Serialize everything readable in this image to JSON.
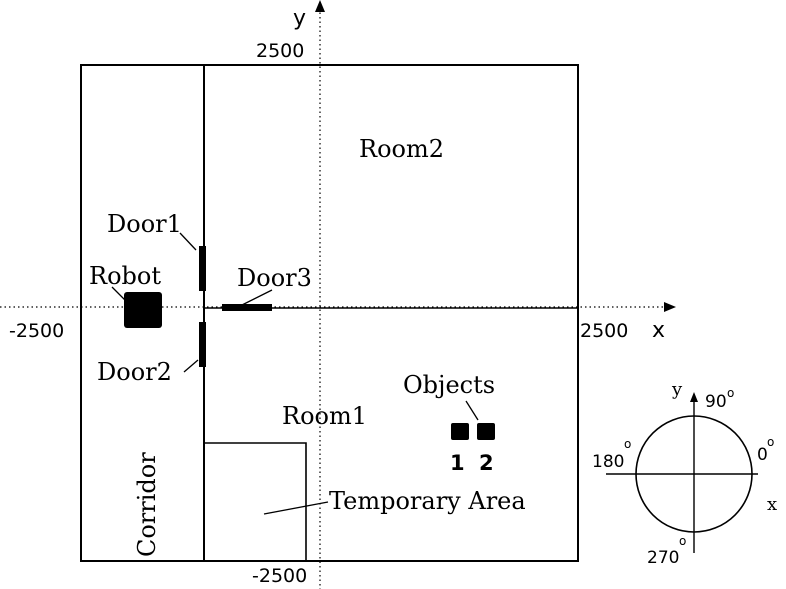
{
  "axes": {
    "x_label": "x",
    "y_label": "y",
    "x_max_label": "2500",
    "x_min_label": "-2500",
    "y_max_label": "2500",
    "y_min_label": "-2500"
  },
  "regions": {
    "room2": "Room2",
    "room1": "Room1",
    "corridor": "Corridor",
    "temporary_area": "Temporary Area"
  },
  "doors": {
    "door1": "Door1",
    "door2": "Door2",
    "door3": "Door3"
  },
  "robot": {
    "label": "Robot"
  },
  "objects": {
    "label": "Objects",
    "items": [
      "1",
      "2"
    ]
  },
  "compass": {
    "x_label": "x",
    "y_label": "y",
    "angle_0": "0",
    "angle_90": "90",
    "angle_180": "180",
    "angle_270": "270",
    "degree_mark": "o"
  }
}
